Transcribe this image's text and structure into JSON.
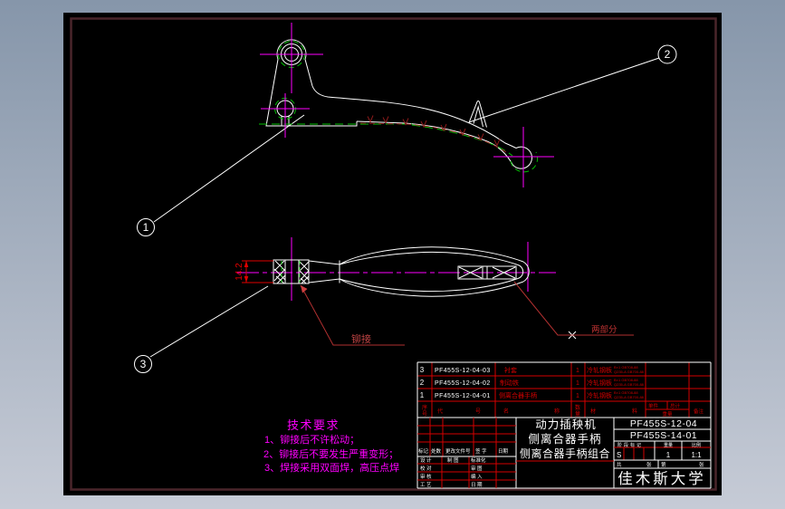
{
  "drawing": {
    "balloons": [
      "1",
      "2",
      "3"
    ],
    "dimension": "14.2",
    "label_riveting": "铆接",
    "label_two_parts": "两部分",
    "colors": {
      "outline_white": "#FFFFFF",
      "grid_red": "#D40000",
      "centerline_magenta": "#FF00FF",
      "hidden_green": "#00BF00",
      "weld_dark_red": "#8B1A1A",
      "frame_maroon": "#4A252B",
      "canvas_black": "#000000"
    }
  },
  "tech_requirements": {
    "title": "技术要求",
    "items": [
      "1、铆接后不许松动；",
      "2、铆接后不要发生严重变形；",
      "3、焊接采用双面焊，高压点焊"
    ]
  },
  "parts_table": {
    "headers": {
      "no_top": "序",
      "no_bot": "号",
      "code": "代号",
      "name": "名称",
      "qty_top": "数",
      "qty_bot": "量",
      "material": "材料",
      "unit": "单件",
      "total": "总计",
      "weight": "重量",
      "remark": "备注"
    },
    "rows": [
      {
        "no": "3",
        "code": "PF455S-12-04-03",
        "name": "衬套",
        "qty": "1",
        "material": "冷轧钢板",
        "spec1": "B×1 GB708-88",
        "spec2": "Q235-A GB700-88"
      },
      {
        "no": "2",
        "code": "PF455S-12-04-02",
        "name": "制动铁",
        "qty": "1",
        "material": "冷轧钢板",
        "spec1": "B×1 GB708-88",
        "spec2": "Q235-A GB700-88"
      },
      {
        "no": "1",
        "code": "PF455S-12-04-01",
        "name": "侧离合器手柄",
        "qty": "1",
        "material": "冷轧钢板",
        "spec1": "B×1 GB708-88",
        "spec2": "Q235-A GB700-88"
      }
    ]
  },
  "title_block": {
    "product": "动力插秧机",
    "part_name": "侧离合器手柄",
    "assembly_name": "侧离合器手柄组合",
    "drawing_no_1": "PF455S-12-04",
    "drawing_no_2": "PF455S-14-01",
    "stage_label": "阶段标记",
    "weight_label": "重量",
    "scale_label": "比例",
    "stage_value": "S",
    "weight_value": "1",
    "scale_value": "1:1",
    "sheet": [
      "共",
      "张",
      "第",
      "张"
    ],
    "university": "佳木斯大学",
    "rev_header": [
      "标记",
      "处数",
      "更改文件号",
      "签 字",
      "日期"
    ],
    "sign_rows": [
      [
        "设 计",
        "制 图",
        "标准化"
      ],
      [
        "校 对",
        "",
        "审 图"
      ],
      [
        "审 核",
        "",
        "编 入"
      ],
      [
        "工 艺",
        "",
        "日 期"
      ]
    ]
  }
}
